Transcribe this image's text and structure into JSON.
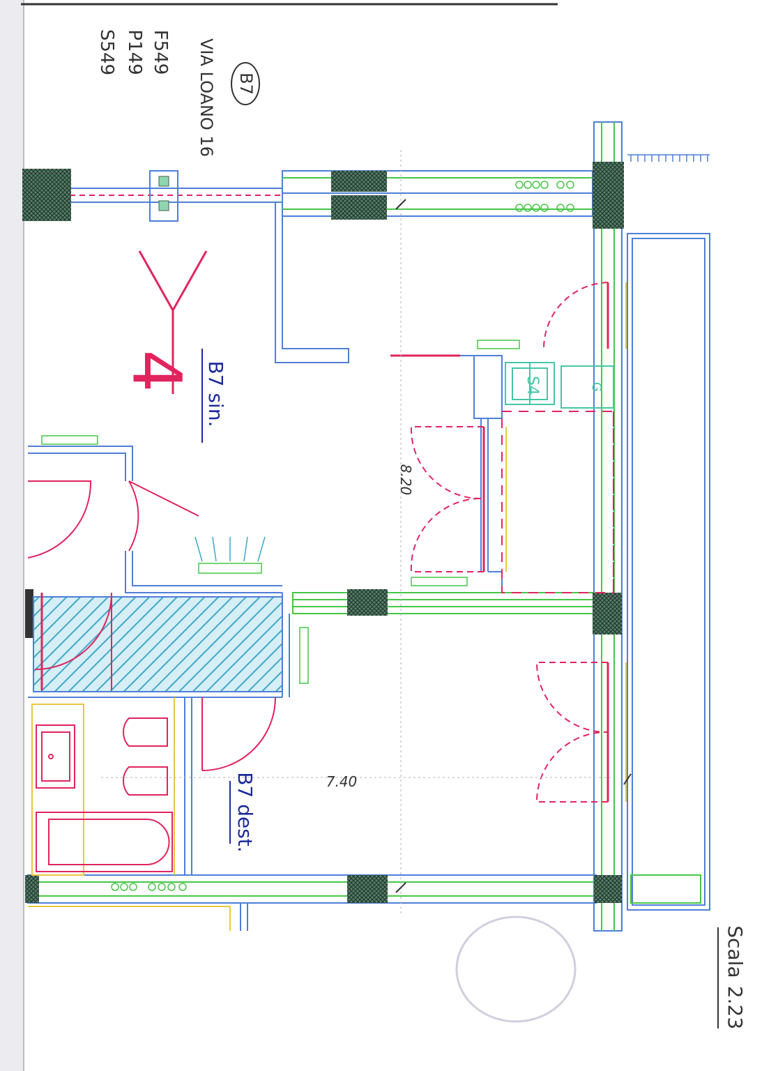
{
  "annotations": {
    "header_codes": [
      "F549",
      "P149",
      "S549"
    ],
    "street": "VIA LOANO 16",
    "unit_badge": "B7",
    "room_number": "4",
    "unit_left_label": "B7 sin.",
    "unit_right_label": "B7 dest.",
    "dimension_upper": "8.20",
    "dimension_lower": "7.40",
    "appliance_label": "S4",
    "scale_label": "Scala",
    "scale_value": "2.23"
  },
  "colors": {
    "wall_outline": "#4d7fd6",
    "wall_inner": "#46c646",
    "door": "#e0245e",
    "pillar": "#3e5f4f",
    "hatch": "#3fa7c8",
    "cabinet": "#e8c840",
    "ink": "#1b2a9c",
    "pencil": "#333333"
  }
}
